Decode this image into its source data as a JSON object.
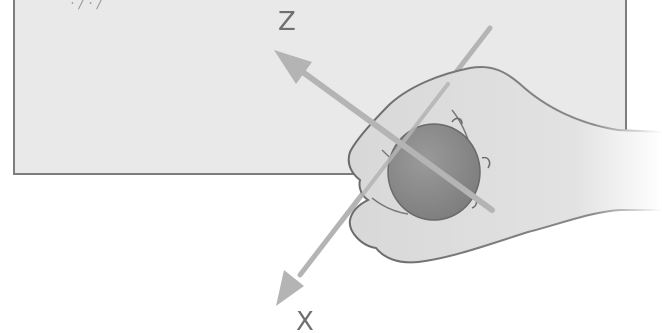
{
  "diagram": {
    "axes": [
      {
        "id": "z",
        "label": "Z"
      },
      {
        "id": "x",
        "label": "X"
      }
    ],
    "colors": {
      "panel_fill": "#e9e9e9",
      "panel_stroke": "#7d7d7d",
      "arrow": "#b4b4b4",
      "hand_fill": "#d6d6d6",
      "hand_stroke": "#6a6a6a",
      "sphere": "#8a8a8a",
      "label": "#6f6f6f"
    },
    "icons": [
      "hand-icon",
      "sphere-icon",
      "z-axis-arrow",
      "x-axis-arrow",
      "diagonal-axis-arrow"
    ]
  }
}
